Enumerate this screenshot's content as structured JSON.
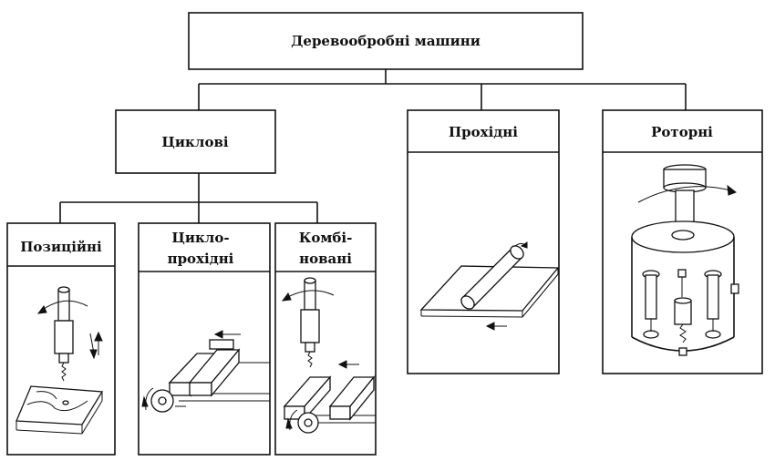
{
  "root": {
    "label": "Деревообробні машини"
  },
  "categories": {
    "cyclic": {
      "label": "Циклові"
    },
    "passthrough": {
      "label": "Прохідні"
    },
    "rotary": {
      "label": "Роторні"
    }
  },
  "subcategories": {
    "positional": {
      "label": "Позиційні"
    },
    "cyclo_pass": {
      "line1": "Цикло-",
      "line2": "прохідні"
    },
    "combined": {
      "line1": "Комбі-",
      "line2": "новані"
    }
  }
}
